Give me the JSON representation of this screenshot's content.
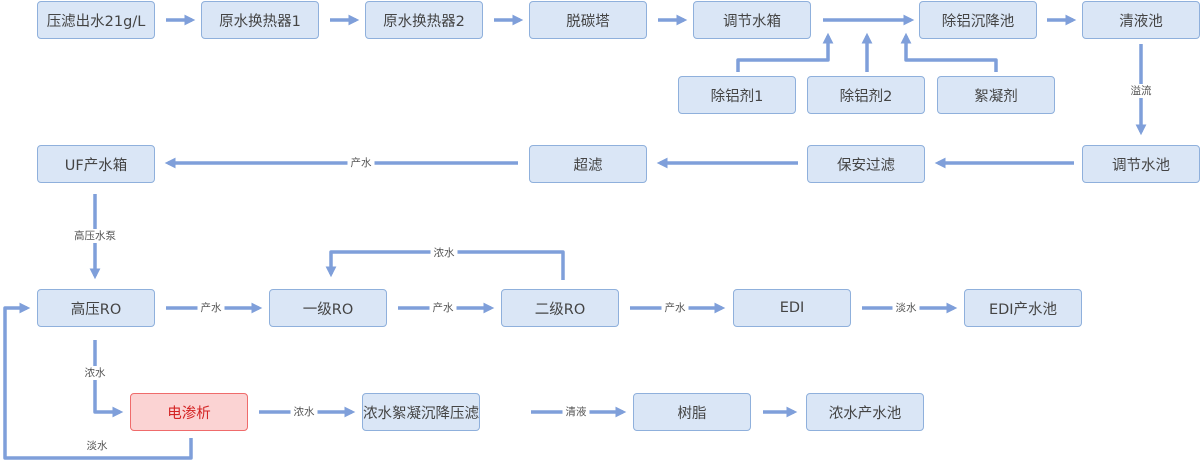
{
  "colors": {
    "node_fill": "#dae6f6",
    "node_border": "#8fb0dc",
    "arrow": "#7f9fda",
    "highlight_fill": "#fbd3d3",
    "highlight_border": "#ef6b6b",
    "highlight_text": "#d42424"
  },
  "nodes": {
    "n1": "压滤出水21g/L",
    "n2": "原水换热器1",
    "n3": "原水换热器2",
    "n4": "脱碳塔",
    "n5": "调节水箱",
    "n6": "除铝沉降池",
    "n7": "清液池",
    "n8": "除铝剂1",
    "n9": "除铝剂2",
    "n10": "絮凝剂",
    "n11": "UF产水箱",
    "n12": "超滤",
    "n13": "保安过滤",
    "n14": "调节水池",
    "n15": "高压RO",
    "n16": "一级RO",
    "n17": "二级RO",
    "n18": "EDI",
    "n19": "EDI产水池",
    "n20": "电渗析",
    "n21": "浓水絮凝沉降压滤",
    "n22": "树脂",
    "n23": "浓水产水池"
  },
  "labels": {
    "overflow": "溢流",
    "uf_product": "产水",
    "hp_pump": "高压水泵",
    "ro_concentrate_loop": "浓水",
    "hp_product": "产水",
    "ro1_product": "产水",
    "ro2_product": "产水",
    "edi_fresh": "淡水",
    "hp_concentrate": "浓水",
    "ed_concentrate": "浓水",
    "clear_liquid": "清液",
    "ed_fresh_return": "淡水"
  }
}
